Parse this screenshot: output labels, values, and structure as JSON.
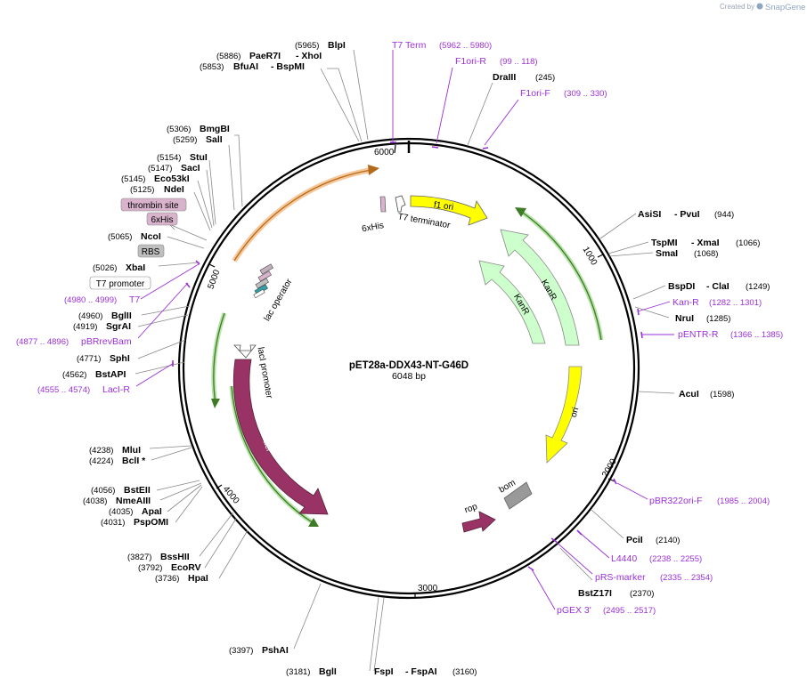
{
  "credit": {
    "prefix": "Created by",
    "brand": "SnapGene"
  },
  "plasmid": {
    "name": "pET28a-DDX43-NT-G46D",
    "size_label": "6048 bp"
  },
  "ticks": [
    "6000",
    "1000",
    "2000",
    "3000",
    "4000",
    "5000"
  ],
  "enzymes": {
    "blpi": {
      "name": "BlpI",
      "pos": "(5965)"
    },
    "paer7i": {
      "name": "PaeR7I",
      "pos": "(5886)"
    },
    "xhoi": {
      "name": "- XhoI"
    },
    "bfuai": {
      "name": "BfuAI",
      "pos": "(5853)"
    },
    "bspmi": {
      "name": "- BspMI"
    },
    "draiii": {
      "name": "DraIII",
      "pos": "(245)"
    },
    "bmgbi": {
      "name": "BmgBI",
      "pos": "(5306)"
    },
    "sali": {
      "name": "SalI",
      "pos": "(5259)"
    },
    "stui": {
      "name": "StuI",
      "pos": "(5154)"
    },
    "saci": {
      "name": "SacI",
      "pos": "(5147)"
    },
    "eco53ki": {
      "name": "Eco53kI",
      "pos": "(5145)"
    },
    "ndei": {
      "name": "NdeI",
      "pos": "(5125)"
    },
    "ncoi": {
      "name": "NcoI",
      "pos": "(5065)"
    },
    "xbai": {
      "name": "XbaI",
      "pos": "(5026)"
    },
    "bglii": {
      "name": "BglII",
      "pos": "(4960)"
    },
    "sgrai": {
      "name": "SgrAI",
      "pos": "(4919)"
    },
    "sphi": {
      "name": "SphI",
      "pos": "(4771)"
    },
    "bstapi": {
      "name": "BstAPI",
      "pos": "(4562)"
    },
    "mlui": {
      "name": "MluI",
      "pos": "(4238)"
    },
    "bcli": {
      "name": "BclI *",
      "pos": "(4224)"
    },
    "bsteii": {
      "name": "BstEII",
      "pos": "(4056)"
    },
    "nmeaiii": {
      "name": "NmeAIII",
      "pos": "(4038)"
    },
    "apai": {
      "name": "ApaI",
      "pos": "(4035)"
    },
    "pspomi": {
      "name": "PspOMI",
      "pos": "(4031)"
    },
    "bsshii": {
      "name": "BssHII",
      "pos": "(3827)"
    },
    "ecorv": {
      "name": "EcoRV",
      "pos": "(3792)"
    },
    "hpai": {
      "name": "HpaI",
      "pos": "(3736)"
    },
    "pshai": {
      "name": "PshAI",
      "pos": "(3397)"
    },
    "bgli": {
      "name": "BglI",
      "pos": "(3181)"
    },
    "fspi": {
      "name": "FspI",
      "pos": "(3160)"
    },
    "fspai": {
      "name": "- FspAI"
    },
    "asisi": {
      "name": "AsiSI",
      "pos": "(944)"
    },
    "pvui": {
      "name": "- PvuI"
    },
    "tspmi": {
      "name": "TspMI",
      "pos": "(1066)"
    },
    "xmai": {
      "name": "- XmaI"
    },
    "smai": {
      "name": "SmaI",
      "pos": "(1068)"
    },
    "bspdi": {
      "name": "BspDI",
      "pos": "(1249)"
    },
    "clai": {
      "name": "- ClaI"
    },
    "nrui": {
      "name": "NruI",
      "pos": "(1285)"
    },
    "acui": {
      "name": "AcuI",
      "pos": "(1598)"
    },
    "pcii": {
      "name": "PciI",
      "pos": "(2140)"
    },
    "bstz17i": {
      "name": "BstZ17I",
      "pos": "(2370)"
    }
  },
  "primers": {
    "t7term": {
      "name": "T7 Term",
      "range": "(5962 .. 5980)"
    },
    "f1orir": {
      "name": "F1ori-R",
      "range": "(99 .. 118)"
    },
    "f1orif": {
      "name": "F1ori-F",
      "range": "(309 .. 330)"
    },
    "t7": {
      "name": "T7",
      "range": "(4980 .. 4999)"
    },
    "pbrrevbam": {
      "name": "pBRrevBam",
      "range": "(4877 .. 4896)"
    },
    "lacir": {
      "name": "LacI-R",
      "range": "(4555 .. 4574)"
    },
    "kanr": {
      "name": "Kan-R",
      "range": "(1282 .. 1301)"
    },
    "pentrr": {
      "name": "pENTR-R",
      "range": "(1366 .. 1385)"
    },
    "pbr322orif": {
      "name": "pBR322ori-F",
      "range": "(1985 .. 2004)"
    },
    "l4440": {
      "name": "L4440",
      "range": "(2238 .. 2255)"
    },
    "prsmarker": {
      "name": "pRS-marker",
      "range": "(2335 .. 2354)"
    },
    "pgex3": {
      "name": "pGEX 3'",
      "range": "(2495 .. 2517)"
    }
  },
  "boxed_features": {
    "thrombin": "thrombin site",
    "sixhis": "6xHis",
    "rbs": "RBS",
    "t7promoter": "T7 promoter"
  },
  "features": {
    "f1ori": "f1 ori",
    "kanr1": "KanR",
    "kanr2": "KanR",
    "ori": "ori",
    "bom": "bom",
    "rop": "rop",
    "laci": "lacI",
    "lacipromoter": "lacI promoter",
    "lacoperator": "lac operator",
    "t7terminator": "T7 terminator",
    "sixhisinner": "6xHis"
  },
  "colors": {
    "primer": "#9b30d9",
    "kanr": "#ccffcc",
    "ori": "#ffff00",
    "laci": "#993366",
    "bom": "#999999",
    "boxed_pink": "#d9b3cc",
    "boxed_gray": "#bfbfbf"
  }
}
